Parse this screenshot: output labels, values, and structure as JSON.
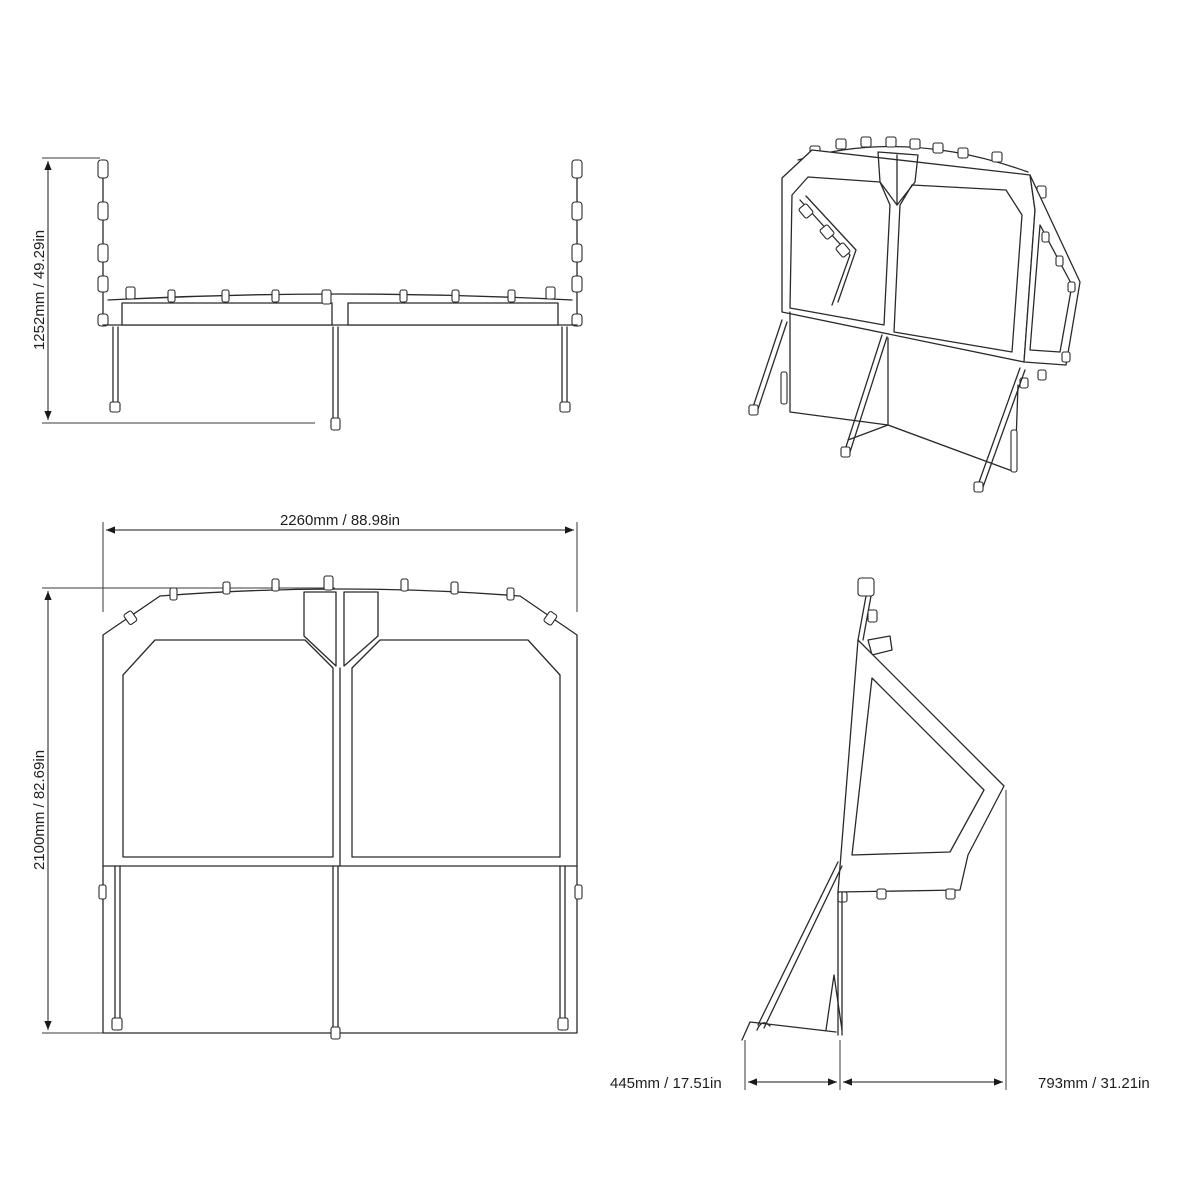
{
  "dimensions": {
    "side_height": "1252mm / 49.29in",
    "front_width": "2260mm / 88.98in",
    "front_height": "2100mm / 82.69in",
    "profile_base_depth": "445mm / 17.51in",
    "profile_top_depth": "793mm / 31.21in"
  }
}
